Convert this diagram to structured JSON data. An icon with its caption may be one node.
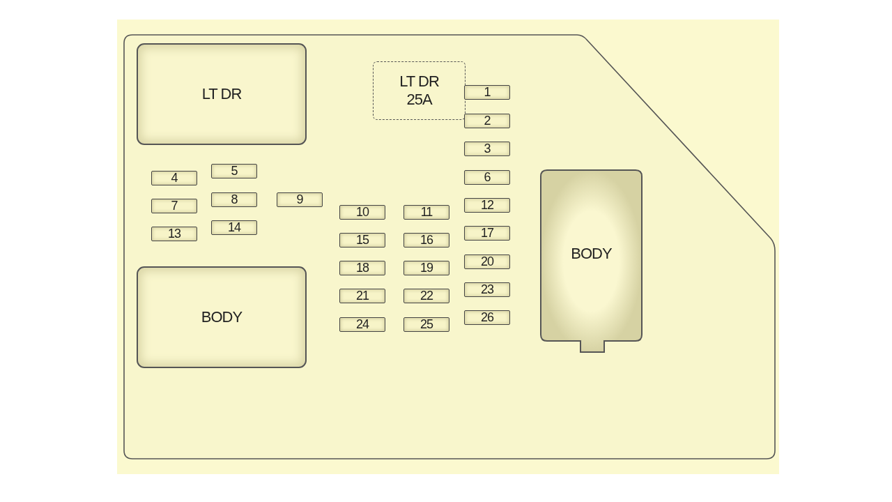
{
  "diagram": {
    "nodes": [
      {
        "text": [],
        "shape": "box"
      },
      {
        "text": [
          "LT DR"
        ],
        "in": 0
      },
      {
        "text": [
          "LT DR 25A"
        ],
        "in": 0
      },
      {
        "text": [
          "1"
        ],
        "in": 0
      },
      {
        "text": [
          "2"
        ],
        "in": 0
      },
      {
        "text": [
          "3"
        ],
        "in": 0
      },
      {
        "text": [
          "4"
        ],
        "in": 0
      },
      {
        "text": [
          "5"
        ],
        "in": 0
      },
      {
        "text": [
          "6"
        ],
        "in": 0
      },
      {
        "text": [
          "7"
        ],
        "in": 0
      },
      {
        "text": [
          "8"
        ],
        "in": 0
      },
      {
        "text": [
          "9"
        ],
        "in": 0
      },
      {
        "text": [
          "10"
        ],
        "in": 0
      },
      {
        "text": [
          "11"
        ],
        "in": 0
      },
      {
        "text": [
          "12"
        ],
        "in": 0
      },
      {
        "text": [
          "13"
        ],
        "in": 0
      },
      {
        "text": [
          "14"
        ],
        "in": 0
      },
      {
        "text": [
          "15"
        ],
        "in": 0
      },
      {
        "text": [
          "16"
        ],
        "in": 0
      },
      {
        "text": [
          "17"
        ],
        "in": 0
      },
      {
        "text": [
          "18"
        ],
        "in": 0
      },
      {
        "text": [
          "19"
        ],
        "in": 0
      },
      {
        "text": [
          "20"
        ],
        "in": 0
      },
      {
        "text": [
          "21"
        ],
        "in": 0
      },
      {
        "text": [
          "22"
        ],
        "in": 0
      },
      {
        "text": [
          "23"
        ],
        "in": 0
      },
      {
        "text": [
          "24"
        ],
        "in": 0
      },
      {
        "text": [
          "25"
        ],
        "in": 0
      },
      {
        "text": [
          "26"
        ],
        "in": 0
      },
      {
        "text": [
          "BODY"
        ],
        "in": 0
      },
      {
        "text": [
          "BODY"
        ],
        "in": 0
      }
    ]
  }
}
